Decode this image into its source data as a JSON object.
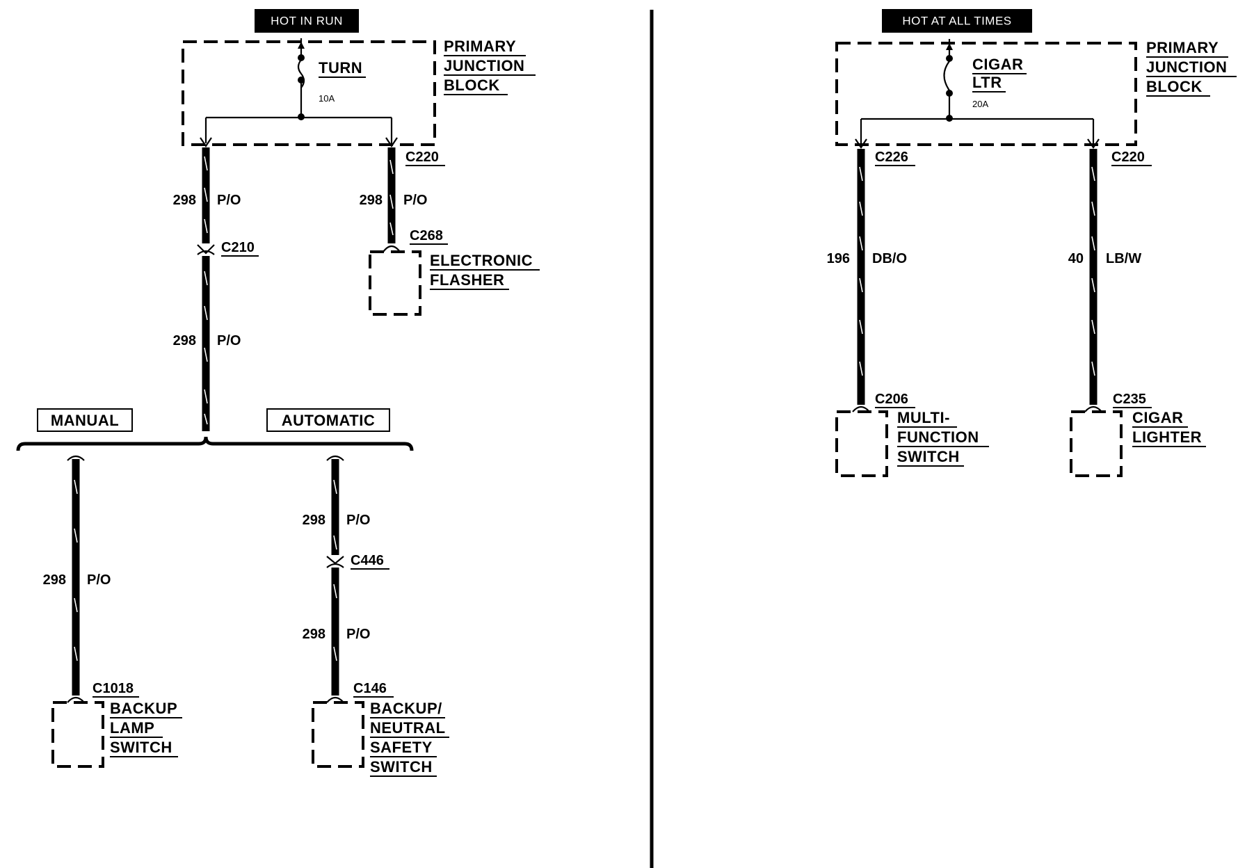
{
  "left": {
    "power_label": "HOT IN RUN",
    "junction_block": [
      "PRIMARY",
      "JUNCTION",
      "BLOCK"
    ],
    "fuse": {
      "name": "TURN",
      "rating": "10A"
    },
    "connectors": {
      "c220": "C220",
      "c210": "C210",
      "c268": "C268",
      "c446": "C446",
      "c1018": "C1018",
      "c146": "C146"
    },
    "wires": {
      "upper_left": {
        "circuit": "298",
        "color": "P/O"
      },
      "mid_left": {
        "circuit": "298",
        "color": "P/O"
      },
      "flasher": {
        "circuit": "298",
        "color": "P/O"
      },
      "manual": {
        "circuit": "298",
        "color": "P/O"
      },
      "auto_upper": {
        "circuit": "298",
        "color": "P/O"
      },
      "auto_lower": {
        "circuit": "298",
        "color": "P/O"
      }
    },
    "flasher_label": [
      "ELECTRONIC",
      "FLASHER"
    ],
    "branches": {
      "manual": "MANUAL",
      "automatic": "AUTOMATIC"
    },
    "backup_lamp_switch": [
      "BACKUP",
      "LAMP",
      "SWITCH"
    ],
    "neutral_safety_switch": [
      "BACKUP/",
      "NEUTRAL",
      "SAFETY",
      "SWITCH"
    ]
  },
  "right": {
    "power_label": "HOT AT ALL TIMES",
    "junction_block": [
      "PRIMARY",
      "JUNCTION",
      "BLOCK"
    ],
    "fuse": {
      "name": [
        "CIGAR",
        "LTR"
      ],
      "rating": "20A"
    },
    "connectors": {
      "c226": "C226",
      "c220": "C220",
      "c206": "C206",
      "c235": "C235"
    },
    "wires": {
      "multifunction": {
        "circuit": "196",
        "color": "DB/O"
      },
      "lighter": {
        "circuit": "40",
        "color": "LB/W"
      }
    },
    "multifunction_switch": [
      "MULTI-",
      "FUNCTION",
      "SWITCH"
    ],
    "cigar_lighter": [
      "CIGAR",
      "LIGHTER"
    ]
  },
  "colors": {
    "ink": "#000000",
    "paper": "#ffffff"
  }
}
